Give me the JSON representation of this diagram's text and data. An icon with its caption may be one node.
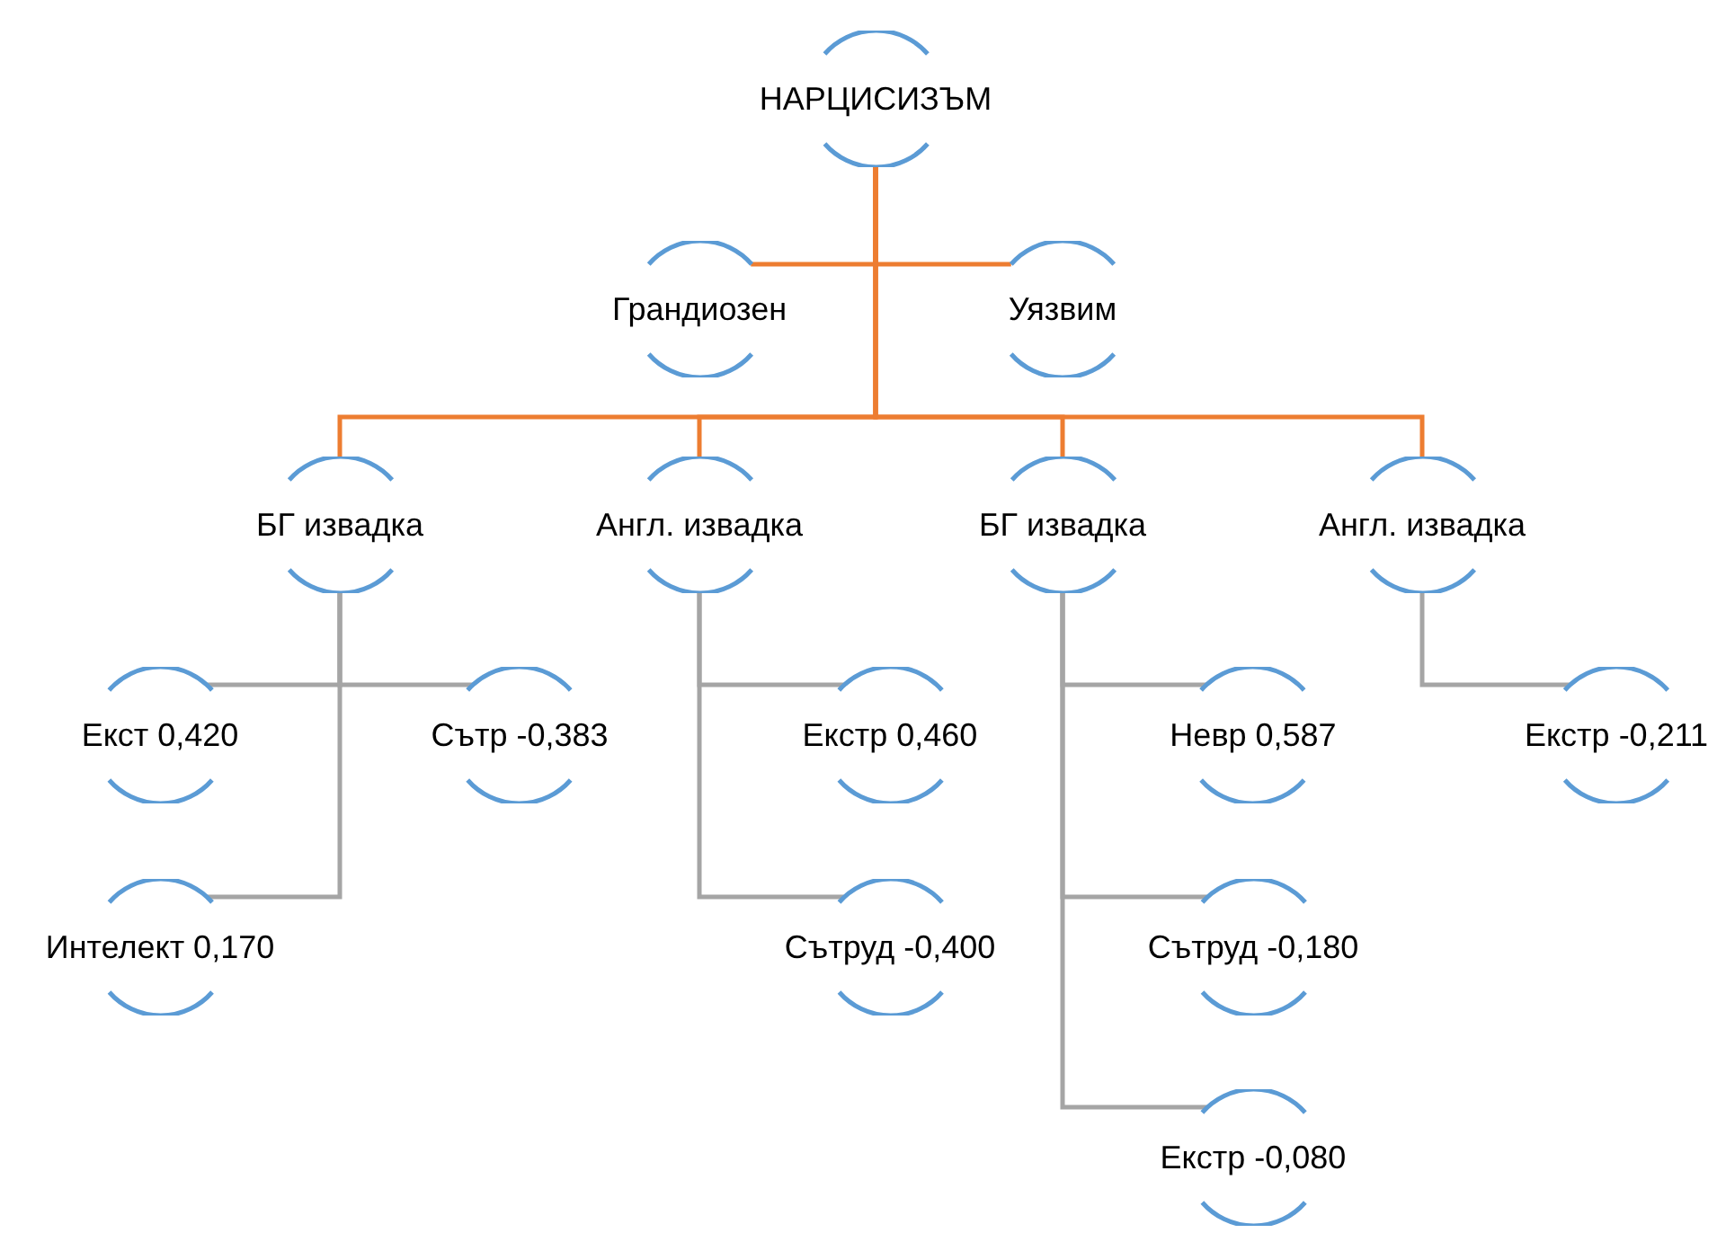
{
  "diagram": {
    "nodes": [
      {
        "text": [
          "НАРЦИСИЗЪМ"
        ]
      },
      {
        "text": [
          "Грандиозен"
        ]
      },
      {
        "text": [
          "Уязвим"
        ]
      },
      {
        "text": [
          "БГ извадка"
        ]
      },
      {
        "text": [
          "Англ. извадка"
        ]
      },
      {
        "text": [
          "БГ извадка"
        ]
      },
      {
        "text": [
          "Англ. извадка"
        ]
      },
      {
        "text": [
          "Екст 0,420"
        ]
      },
      {
        "text": [
          "Сътр -0,383"
        ]
      },
      {
        "text": [
          "Интелект 0,170"
        ]
      },
      {
        "text": [
          "Екстр 0,460"
        ]
      },
      {
        "text": [
          "Сътруд -0,400"
        ]
      },
      {
        "text": [
          "Невр 0,587"
        ]
      },
      {
        "text": [
          "Сътруд -0,180"
        ]
      },
      {
        "text": [
          "Екстр -0,080"
        ]
      },
      {
        "text": [
          "Екстр -0,211"
        ]
      }
    ],
    "edges": [
      {
        "from": 0,
        "to": 1,
        "arrow": "none",
        "color": "#ed7d31"
      },
      {
        "from": 0,
        "to": 2,
        "arrow": "none",
        "color": "#ed7d31"
      },
      {
        "from": 0,
        "to": 3,
        "arrow": "none",
        "color": "#ed7d31"
      },
      {
        "from": 0,
        "to": 4,
        "arrow": "none",
        "color": "#ed7d31"
      },
      {
        "from": 0,
        "to": 5,
        "arrow": "none",
        "color": "#ed7d31"
      },
      {
        "from": 0,
        "to": 6,
        "arrow": "none",
        "color": "#ed7d31"
      },
      {
        "from": 3,
        "to": 7,
        "arrow": "none"
      },
      {
        "from": 3,
        "to": 8,
        "arrow": "none"
      },
      {
        "from": 3,
        "to": 9,
        "arrow": "none"
      },
      {
        "from": 4,
        "to": 10,
        "arrow": "none"
      },
      {
        "from": 4,
        "to": 11,
        "arrow": "none"
      },
      {
        "from": 5,
        "to": 12,
        "arrow": "none"
      },
      {
        "from": 5,
        "to": 13,
        "arrow": "none"
      },
      {
        "from": 5,
        "to": 14,
        "arrow": "none"
      },
      {
        "from": 6,
        "to": 15,
        "arrow": "none"
      }
    ]
  }
}
